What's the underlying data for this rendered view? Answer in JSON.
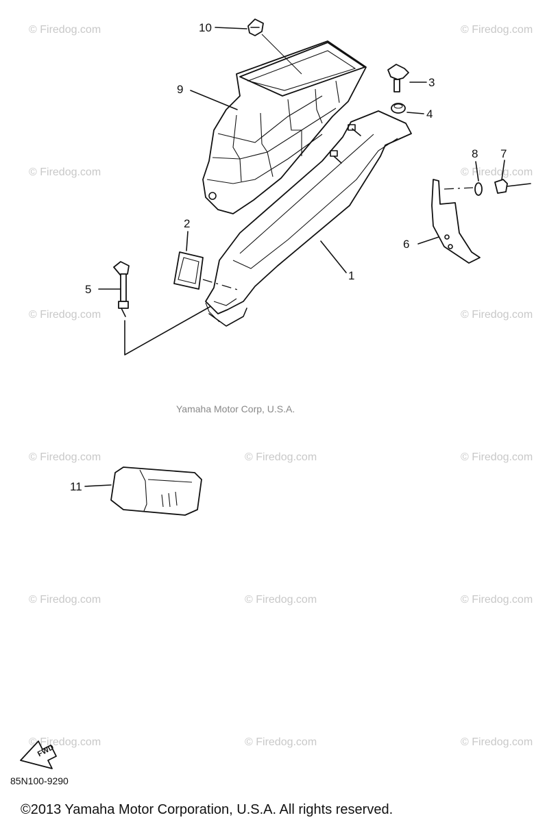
{
  "watermark": "© Firedog.com",
  "credit": "Yamaha Motor Corp, U.S.A.",
  "part_code": "85N100-9290",
  "copyright": "©2013 Yamaha Motor Corporation, U.S.A. All rights reserved.",
  "fwd_label": "FWD",
  "callouts": {
    "c1": "1",
    "c2": "2",
    "c3": "3",
    "c4": "4",
    "c5": "5",
    "c6": "6",
    "c7": "7",
    "c8": "8",
    "c9": "9",
    "c10": "10",
    "c11": "11"
  }
}
